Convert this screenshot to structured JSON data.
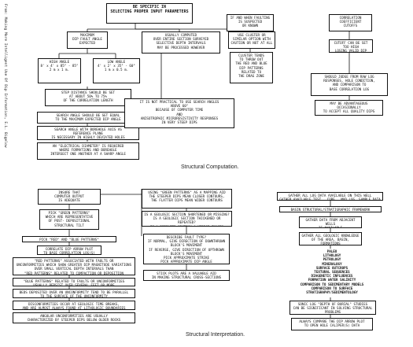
{
  "side_caption": "From: Making More Intelligent Use Of Dip Information, E.L. Bigelow",
  "sections": {
    "computation_title": "Structural Computation.",
    "interpretation_title": "Structural Interpretation."
  },
  "computation": {
    "top": "BE SPECIFIC IN\nSELECTING PROPER INPUT PARAMETERS",
    "max_dip": "MAXIMUM\nDIP FAULT ANGLE\nEXPECTED",
    "usually_computed": "USUALLY COMPUTED\nOVER ENTIRE SECTION SURVEYED\nSELECTIVE DEPTH INTERVALS\nMAY BE PROCESSED HOWEVER",
    "high_angle": "HIGH ANGLE\n8' x 4' x 85° - 85°\n2 m x 1 m.",
    "low_angle": "LOW ANGLE\n4' x 2' x 35° - 60°\n1 m x 0.5 m.",
    "step_distance": "STEP DISTANCE SHOULD BE SET\nAT ABOUT 50% TO 75%\nOF THE CORRELATION LENGTH",
    "search_angle": "SEARCH ANGLE SHOULD BE SET EQUAL\nTO THE MAXIMUM EXPECTED DIP ANGLE",
    "search_axis": "SEARCH ANGLE WITH BOREHOLE AXIS AS\nREFERENCE PLANE\nIS NECESSARY IN HIGHLY DEVIATED HOLES",
    "electrical_diameter": "AN \"ELECTRICAL DIAMETER\" IS REQUIRED\nWHERE FORMATIONS AND BOREHOLE\nINTERSECT ONE ANOTHER AT A SHARP ANGLE",
    "not_practical": "IT IS NOT PRACTICAL TO USE SEARCH ANGLES\nABOVE 60°\nBECAUSE OF COMPUTER TIME\nAND\nANISOTROPHIC MICRORESISTIVITY RESPONSES\nIN VERY STEEP DIPS",
    "if_faulting": "IF AND WHEN FAULTING\nIS SUSPECTED\nOR KNOWN",
    "use_cluster": "USE CLUSTER OR\nSIMILAR OPTION WITH\nCAUTION OR NOT AT ALL",
    "cluster_tends": "CLUSTER TENDS\nTO THROW OUT\nTHE RED AND BLUE\nDIP PATTERNS\nRELATED TO\nTHE DRAG ZONE",
    "correlation_cutoffs": "CORRELATION\nCOEFFICIENT\nCUTOFFS",
    "cutoff_set": "CUTOFF CAN BE SET\nTOO HIGH\nLOSING VALID DIP DATA",
    "should_judge": "SHOULD JUDGE FROM RAW LOG\nRESPONSES, HOLE CONDITION,\nAND COMPARISON TO\nBASE CORRELATION LOG",
    "may_be_advantageous": "MAY BE ADVANTAGEOUS\nOCCASIONALLY\nTO ACCEPT ALL QUALITY DIPS"
  },
  "interpretation": {
    "insure": "INSURE THAT\nCOMPUTER OUTPUT\nIS ADEQUATE",
    "pick_green": "PICK \"GREEN PATTERNS\"\nWHICH ARE REPRESENTATIVE\nOF POST- DEPOSITIONAL\nSTRUCTURAL TILT",
    "pick_red_blue": "PICK \"RED\" AND \"BLUE PATTERNS\"",
    "correlate_arrow": "CORRELATE DIP ARROW PLOT\nTO BASE CORRELATION LOG(S)",
    "red_patterns": "\"RED PATTERNS\" ASSOCIATED WITH FAULTS OR\nUNCONFORMITIES WHICH SHOW GREATER DIP MAGNITUDE VARIATIONS\nOVER SMALL VERTICAL DEPTH INTERVALS THAN\n\"RED PATTERNS\" RELATED TO COMPACTION OR DEPOSITION",
    "blue_patterns": "\"BLUE PATTERNS\" RELATED TO FAULTS OR UNCONFORMITIES\nUSUALLY PERSIST OVER SEVERAL FEET OR MORE",
    "beds_deposited": "BEDS DEPOSITED OVER AN UNCONFORMITY TEND TO BE PARALLEL\nTO THE SURFACE OF THE UNCONFORMITY",
    "disconformities": "DISCONFORMITIES OCCUR AT GEOLOGIC TIME BREAKS,\nAND ARE ALMOST ALWAYS FOUND AT LITHOLOGIC BOUNDARIES",
    "angular": "ANGULAR UNCONFORMITIES ARE USUALLY\nCHARACTERIZED BY STEEPER DIPS BELOW OLDER ROCKS",
    "using_green": "USING \"GREEN PATTERNS\" AS A MAPPING AID\nTHE STEEPER DIPS MEAN CLOSER CONTOURS,\nTHE FLATTER DIPS MEAN WIDER CONTOURS",
    "shortened": "IS A GEOLOGIC SECTION SHORTENED OR MISSING?\nIS A GEOLOGIC SECTION THICKENED OR REPEATED?\nIS A REPEATED SECTION A MIRROR IMAGE?",
    "fault_type": "DESCRIBE FAULT TYPE?\nIF NORMAL, GIVE DIRECTION OF DOWNTHROWN\nBLOCK'S MOVEMENT\nIF REVERSE, GIVE DIRECTION OF UPTHROWN\nBLOCK'S MOVEMENT\nPICK APPROXIMATE STRIKE\nPICK APPROXIMATE DIP ANGLE",
    "stick_plots": "STICK PLOTS ARE A VALUABLE AID\nIN MAKING STRUCTURAL CROSS-SECTIONS",
    "gather_logs": "GATHER ALL LOG DATA AVAILABLE ON THIS WELL\nGATHER AVAILABLE TEST , CORE , MUD LOG, SAMPLE DATA",
    "basin": "BASIN STRUCTURAL/STRATIGRAPHIC FRAMEWORK",
    "adjacent": "GATHER DATA FROM ADJACENT WELLS\nIF AVAILABLE",
    "knowledge": "GATHER ALL GEOLOGIC KNOWLEDGE\nOF THE AREA, BASIN, FORMATIONS\nENCOUNTERED, etc.",
    "paleo_list": "PALEO\nLITHOLOGY\nPETROLOGY\nMINERALOGY\nSURFACE OUTCROPS\nTEXTURAL SEQUENCES\nDIAGENETIC INFLUENCES\nFORMATION WATER SALINITY\nCOMPARISON TO SEDIMENTARY MODELS\nCOMPARISON TO SURFACE STRATIGRAPHY/SEDIMENTOLOGY",
    "sonic": "SONIC LOG \"DEPTH OF BURIAL\" STUDIES\nCAN BE SIGNIFICANT IN SOLVING STRUCTURAL PROBLEMS",
    "always_compare": "ALWAYS COMPARE THE DIP ARROW PLOT\nTO OPEN HOLE CALIPER(S) DATA"
  }
}
